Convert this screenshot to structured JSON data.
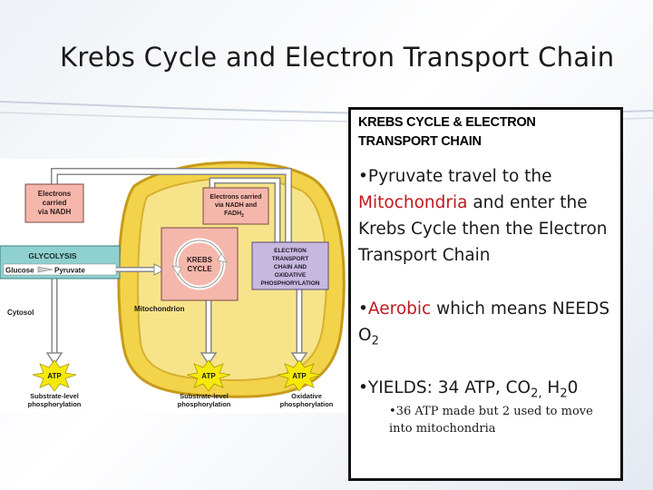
{
  "slide": {
    "title": "Krebs Cycle and Electron Transport Chain"
  },
  "diagram": {
    "labels": {
      "electrons_nadh": [
        "Electrons",
        "carried",
        "via NADH"
      ],
      "electrons_nadh_fadh2": [
        "Electrons carried",
        "via NADH and",
        "FADH",
        "2"
      ],
      "glycolysis": "GLYCOLYSIS",
      "glucose": "Glucose",
      "pyruvate": "Pyruvate",
      "krebs": [
        "KREBS",
        "CYCLE"
      ],
      "etc": [
        "ELECTRON",
        "TRANSPORT",
        "CHAIN AND",
        "OXIDATIVE",
        "PHOSPHORYLATION"
      ],
      "cytosol": "Cytosol",
      "mitochondrion": "Mitochondrion",
      "atp": "ATP",
      "substrate_phos": [
        "Substrate-level",
        "phosphorylation"
      ],
      "oxidative_phos": [
        "Oxidative",
        "phosphorylation"
      ]
    },
    "colors": {
      "mito_fill": "#f2d34a",
      "mito_edge": "#c79a1a",
      "inner_fill": "#f7e48a",
      "glycolysis_fill": "#8fd0d0",
      "krebs_fill": "#f5b7ab",
      "etc_fill": "#c7b8e0",
      "electron_box_fill": "#f5b7ab",
      "atp_fill": "#f6e90a"
    }
  },
  "panel": {
    "heading": [
      "KREBS CYCLE & ELECTRON",
      "TRANSPORT CHAIN"
    ],
    "bullet1": {
      "marker": "•",
      "text_before": "Pyruvate travel to the",
      "highlight": "Mitochondria",
      "text_after_1": " and enter the",
      "text_after_2": "Krebs Cycle then the Electron",
      "text_after_3": "Transport Chain"
    },
    "bullet2": {
      "marker": "•",
      "highlight": "Aerobic",
      "text_after": " which means NEEDS",
      "o2_base": "O",
      "o2_sub": "2"
    },
    "bullet3": {
      "marker": "•",
      "text_1": "YIELDS: 34 ATP, CO",
      "co2_sub": "2,",
      "text_2": " H",
      "h2o_sub": "2",
      "text_3": "0"
    },
    "sub_bullet": {
      "marker": "•",
      "line1": "36 ATP made but 2 used to move",
      "line2": "into mitochondria"
    }
  }
}
